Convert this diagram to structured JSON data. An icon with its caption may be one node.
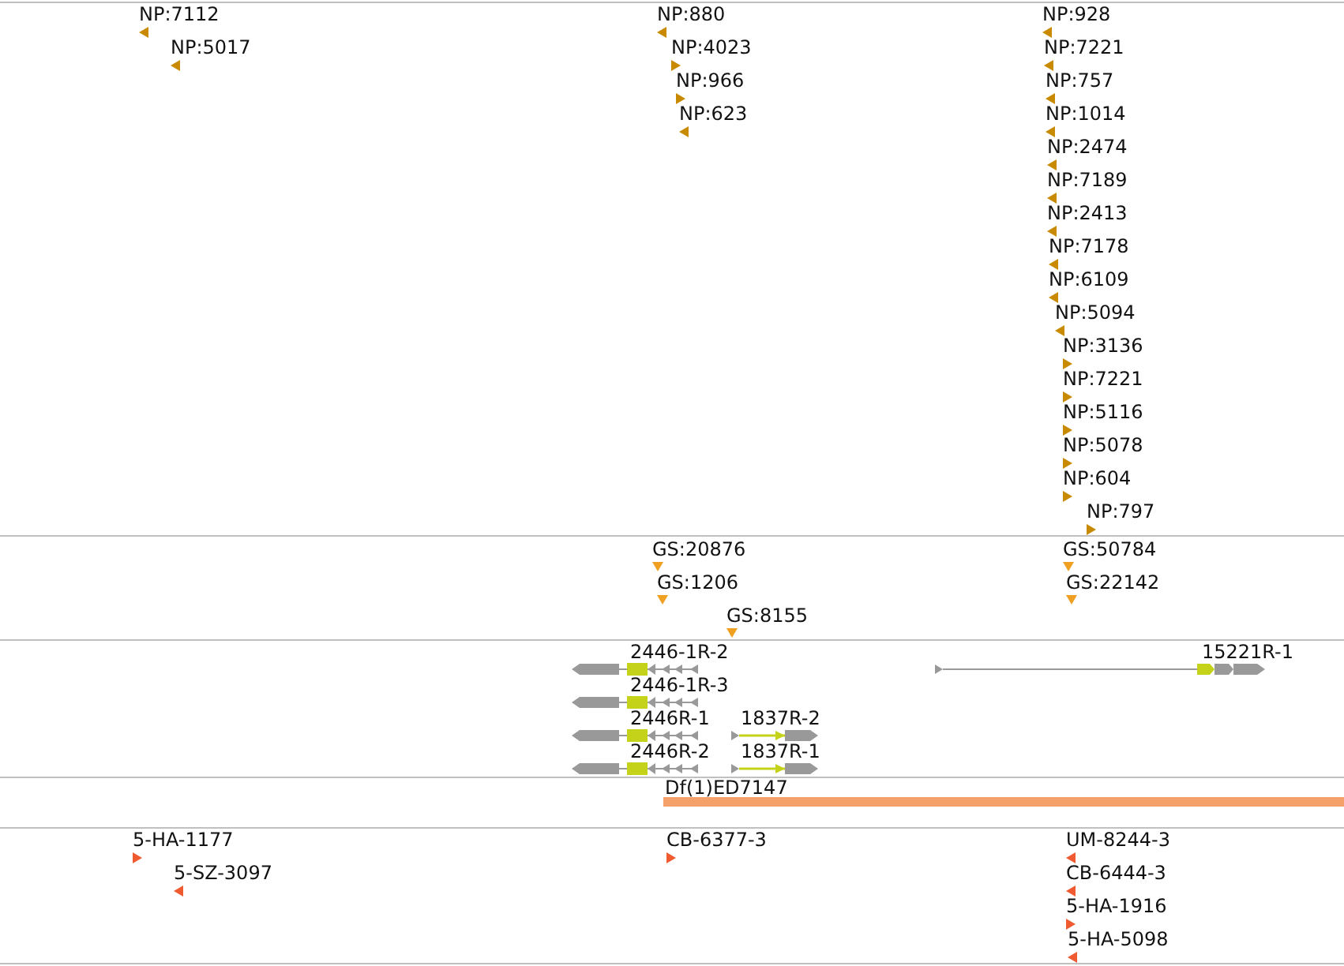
{
  "diagram": {
    "nodes": [
      {
        "text": [
          "NP:7112"
        ]
      },
      {
        "text": [
          "NP:5017"
        ]
      },
      {
        "text": [
          "NP:880"
        ]
      },
      {
        "text": [
          "NP:4023"
        ]
      },
      {
        "text": [
          "NP:966"
        ]
      },
      {
        "text": [
          "NP:623"
        ]
      },
      {
        "text": [
          "NP:928"
        ]
      },
      {
        "text": [
          "NP:7221"
        ]
      },
      {
        "text": [
          "NP:757"
        ]
      },
      {
        "text": [
          "NP:1014"
        ]
      },
      {
        "text": [
          "NP:2474"
        ]
      },
      {
        "text": [
          "NP:7189"
        ]
      },
      {
        "text": [
          "NP:2413"
        ]
      },
      {
        "text": [
          "NP:7178"
        ]
      },
      {
        "text": [
          "NP:6109"
        ]
      },
      {
        "text": [
          "NP:5094"
        ]
      },
      {
        "text": [
          "NP:3136"
        ]
      },
      {
        "text": [
          "NP:7221"
        ]
      },
      {
        "text": [
          "NP:5116"
        ]
      },
      {
        "text": [
          "NP:5078"
        ]
      },
      {
        "text": [
          "NP:604"
        ]
      },
      {
        "text": [
          "NP:797"
        ]
      },
      {
        "text": [
          "GS:20876"
        ]
      },
      {
        "text": [
          "GS:1206"
        ]
      },
      {
        "text": [
          "GS:8155"
        ]
      },
      {
        "text": [
          "GS:50784"
        ]
      },
      {
        "text": [
          "GS:22142"
        ]
      },
      {
        "text": [
          "2446-1R-2"
        ]
      },
      {
        "text": [
          "2446-1R-3"
        ]
      },
      {
        "text": [
          "2446R-1"
        ]
      },
      {
        "text": [
          "1837R-2"
        ]
      },
      {
        "text": [
          "2446R-2"
        ]
      },
      {
        "text": [
          "1837R-1"
        ]
      },
      {
        "text": [
          "15221R-1"
        ]
      },
      {
        "text": [
          "Df(1)ED7147"
        ]
      },
      {
        "text": [
          "5-HA-1177"
        ]
      },
      {
        "text": [
          "5-SZ-3097"
        ]
      },
      {
        "text": [
          "CB-6377-3"
        ]
      },
      {
        "text": [
          "UM-8244-3"
        ]
      },
      {
        "text": [
          "CB-6444-3"
        ]
      },
      {
        "text": [
          "5-HA-1916"
        ]
      },
      {
        "text": [
          "5-HA-5098"
        ]
      }
    ]
  }
}
